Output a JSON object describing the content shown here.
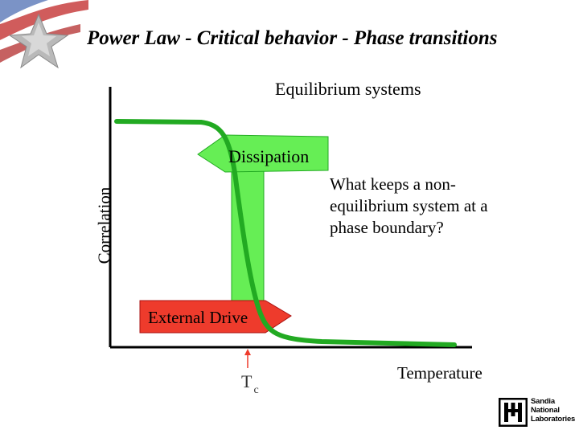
{
  "title": "Power Law - Critical behavior - Phase transitions",
  "subtitle": "Equilibrium systems",
  "axes": {
    "y_label": "Correlation",
    "x_label": "Temperature"
  },
  "arrows": {
    "dissipation_label": "Dissipation",
    "external_drive_label": "External Drive"
  },
  "critical_point": {
    "label": "T",
    "subscript": "c"
  },
  "question": "What keeps a non-equilibrium system at a phase boundary?",
  "logo": {
    "name": "Sandia National Laboratories",
    "lines": [
      "Sandia",
      "National",
      "Laboratories"
    ]
  },
  "colors": {
    "curve": "#22aa22",
    "arrow_green": "#66ee55",
    "arrow_red": "#ee3b2c",
    "axes": "#000000"
  }
}
